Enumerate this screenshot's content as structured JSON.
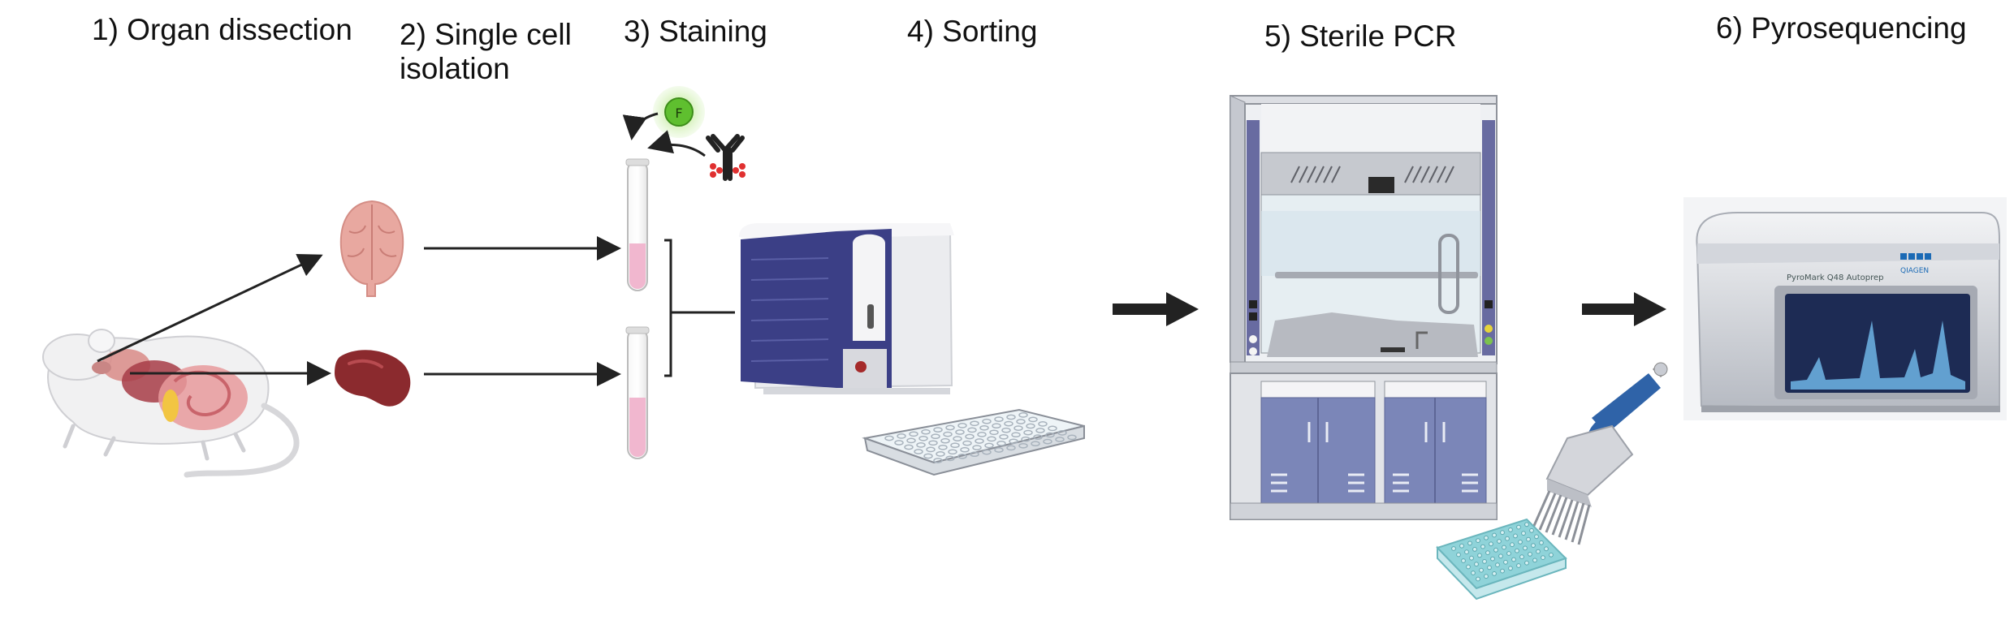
{
  "steps": [
    {
      "label": "1) Organ dissection"
    },
    {
      "label": "2) Single cell",
      "label_line2": "isolation"
    },
    {
      "label": "3) Staining"
    },
    {
      "label": "4) Sorting"
    },
    {
      "label": "5) Sterile PCR"
    },
    {
      "label": "6) Pyrosequencing"
    }
  ],
  "icons": {
    "fluorophore_letter": "F",
    "sequencer_brand": "QIAGEN",
    "sequencer_model": "PyroMark Q48 Autoprep"
  },
  "colors": {
    "organ_brain": "#e8a8a0",
    "organ_spleen": "#8b2a2e",
    "sorter_accent": "#3b3f86",
    "fluor_green": "#5fbf2f",
    "tube_liquid": "#f1b7cf",
    "hood_panel": "#7b86b8",
    "plate_teal": "#8fd3d9",
    "pipette_blue": "#2f63a8",
    "screen_dark": "#1d2b54"
  }
}
